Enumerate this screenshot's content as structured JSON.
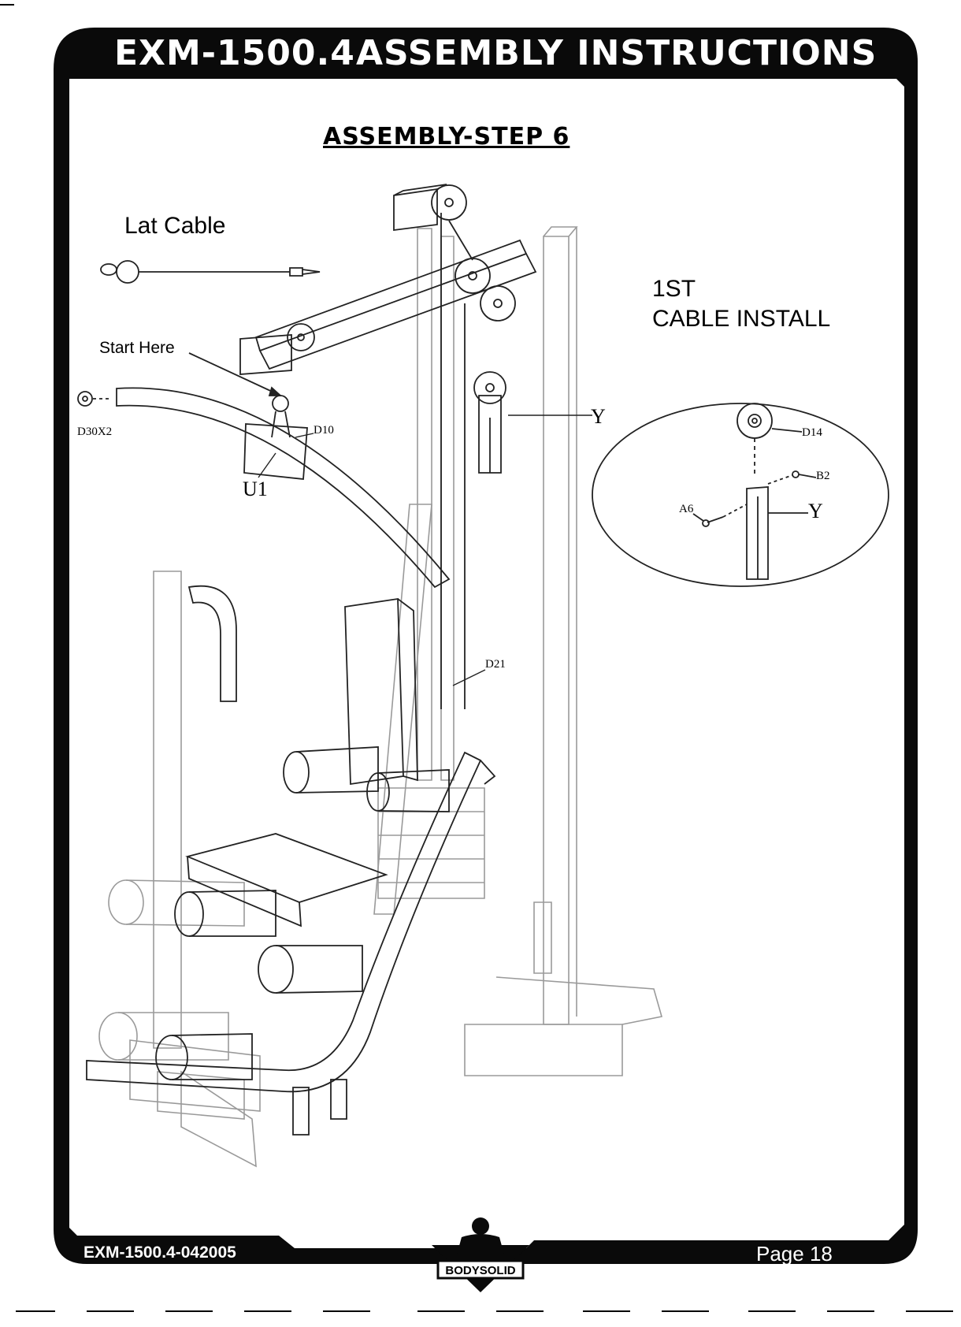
{
  "header": {
    "model": "EXM-1500.4",
    "title": "ASSEMBLY INSTRUCTIONS"
  },
  "step_title": "ASSEMBLY-STEP 6",
  "labels": {
    "lat_cable": "Lat Cable",
    "start_here": "Start Here",
    "d30x2": "D30X2",
    "d10": "D10",
    "u1": "U1",
    "y_main": "Y",
    "d21": "D21"
  },
  "inset": {
    "title_line1": "1ST",
    "title_line2": "CABLE INSTALL",
    "d14": "D14",
    "b2": "B2",
    "a6": "A6",
    "y": "Y"
  },
  "footer": {
    "code": "EXM-1500.4-042005",
    "page": "Page 18",
    "logo_text": "BODYSOLID"
  },
  "colors": {
    "frame": "#0a0a0a",
    "line": "#222222",
    "light_line": "#9a9a9a"
  }
}
